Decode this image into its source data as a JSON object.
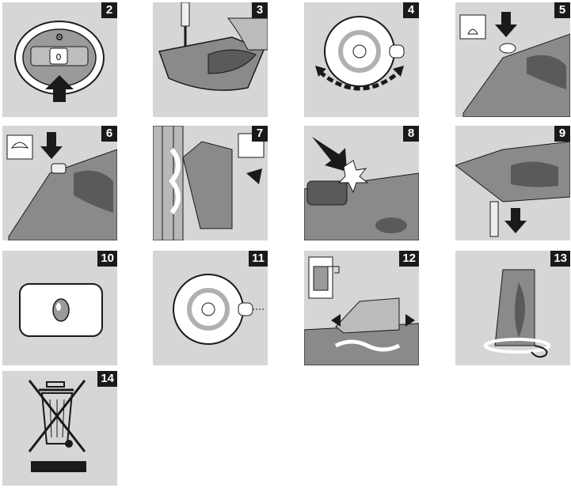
{
  "steps": [
    {
      "number": "2"
    },
    {
      "number": "3"
    },
    {
      "number": "4"
    },
    {
      "number": "5"
    },
    {
      "number": "6"
    },
    {
      "number": "7"
    },
    {
      "number": "8"
    },
    {
      "number": "9"
    },
    {
      "number": "10"
    },
    {
      "number": "11"
    },
    {
      "number": "12"
    },
    {
      "number": "13"
    },
    {
      "number": "14"
    }
  ],
  "colors": {
    "panel_bg": "#d6d6d6",
    "iron_body": "#8a8a8a",
    "outline": "#1a1a1a",
    "badge": "#1a1a1a"
  }
}
